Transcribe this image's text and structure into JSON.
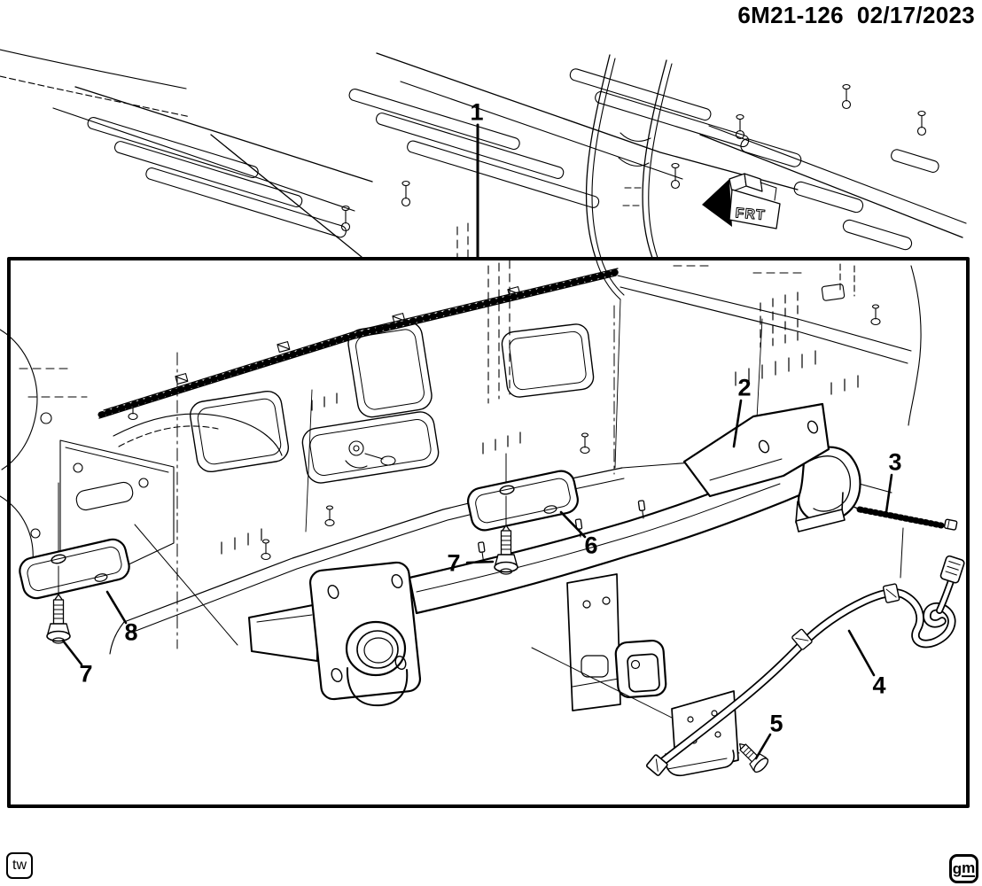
{
  "page": {
    "background": "#ffffff",
    "ink": "#000000"
  },
  "header": {
    "drawing_number": "6M21-126",
    "revision_date": "02/17/2023"
  },
  "direction_indicator": {
    "label": "FRT",
    "icon": "front-direction-arrow"
  },
  "callouts": {
    "c1": {
      "label": "1"
    },
    "c2": {
      "label": "2"
    },
    "c3": {
      "label": "3"
    },
    "c4": {
      "label": "4"
    },
    "c5": {
      "label": "5"
    },
    "c6": {
      "label": "6"
    },
    "c7_center": {
      "label": "7"
    },
    "c7_left": {
      "label": "7"
    },
    "c8": {
      "label": "8"
    }
  },
  "footer": {
    "left_mark": "tw",
    "brand_mark_g": "g",
    "brand_mark_m": "m"
  }
}
